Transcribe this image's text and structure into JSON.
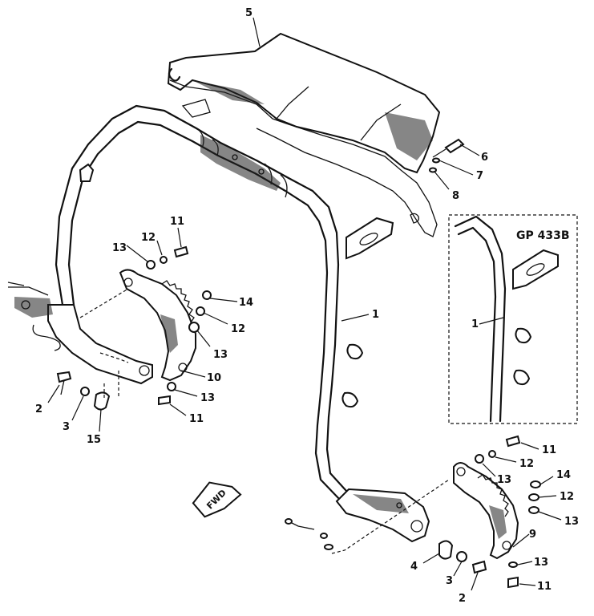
{
  "diagram": {
    "group_code": "GP 433B",
    "direction_label": "FWD",
    "callouts": [
      {
        "id": "c5",
        "text": "5"
      },
      {
        "id": "c6",
        "text": "6"
      },
      {
        "id": "c7",
        "text": "7"
      },
      {
        "id": "c8",
        "text": "8"
      },
      {
        "id": "c11a",
        "text": "11"
      },
      {
        "id": "c13a",
        "text": "13"
      },
      {
        "id": "c12a",
        "text": "12"
      },
      {
        "id": "c14a",
        "text": "14"
      },
      {
        "id": "c12b",
        "text": "12"
      },
      {
        "id": "c13b",
        "text": "13"
      },
      {
        "id": "c1a",
        "text": "1"
      },
      {
        "id": "c10",
        "text": "10"
      },
      {
        "id": "c13c",
        "text": "13"
      },
      {
        "id": "c11b",
        "text": "11"
      },
      {
        "id": "c2a",
        "text": "2"
      },
      {
        "id": "c3a",
        "text": "3"
      },
      {
        "id": "c15",
        "text": "15"
      },
      {
        "id": "c1b",
        "text": "1"
      },
      {
        "id": "c11c",
        "text": "11"
      },
      {
        "id": "c12c",
        "text": "12"
      },
      {
        "id": "c13d",
        "text": "13"
      },
      {
        "id": "c14b",
        "text": "14"
      },
      {
        "id": "c12d",
        "text": "12"
      },
      {
        "id": "c13e",
        "text": "13"
      },
      {
        "id": "c9",
        "text": "9"
      },
      {
        "id": "c13f",
        "text": "13"
      },
      {
        "id": "c11d",
        "text": "11"
      },
      {
        "id": "c4",
        "text": "4"
      },
      {
        "id": "c3b",
        "text": "3"
      },
      {
        "id": "c2b",
        "text": "2"
      }
    ]
  }
}
